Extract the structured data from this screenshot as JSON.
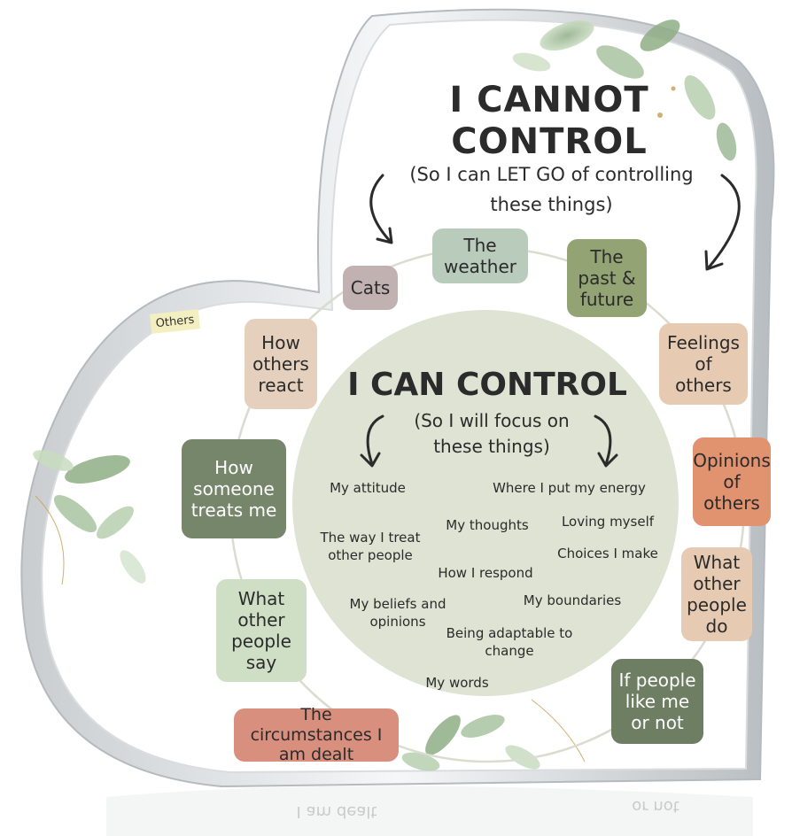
{
  "outer": {
    "title_line1": "I CANNOT",
    "title_line2": "CONTROL",
    "subtitle_line1": "(So I can LET GO of controlling",
    "subtitle_line2": "these things)",
    "items": [
      {
        "label": "The weather",
        "color": "#b9ccbb"
      },
      {
        "label": "Cats",
        "color": "#c1b1b1"
      },
      {
        "label": "The past & future",
        "color": "#93a374"
      },
      {
        "label": "How others react",
        "color": "#e4d0bd"
      },
      {
        "label": "Feelings of others",
        "color": "#e6cbb2"
      },
      {
        "label": "How someone treats me",
        "color": "#76866b"
      },
      {
        "label": "Opinions of others",
        "color": "#e1926f"
      },
      {
        "label": "What other people say",
        "color": "#cfdfc5"
      },
      {
        "label": "What other people do",
        "color": "#e6cbb2"
      },
      {
        "label": "The circumstances I am dealt",
        "color": "#d88f7e"
      },
      {
        "label": "If people like me or not",
        "color": "#6e7e63"
      }
    ]
  },
  "inner": {
    "title": "I CAN CONTROL",
    "subtitle_line1": "(So I will focus on",
    "subtitle_line2": "these things)",
    "circle_color": "#dfe3d3",
    "items": [
      "My attitude",
      "Where I put my energy",
      "My thoughts",
      "Loving myself",
      "The way I treat other people",
      "Choices I make",
      "How I respond",
      "My boundaries",
      "My beliefs and opinions",
      "Being adaptable to change",
      "My words"
    ]
  },
  "side_tag": "Others",
  "reflection": "I am dealt",
  "reflection_right": "or not"
}
